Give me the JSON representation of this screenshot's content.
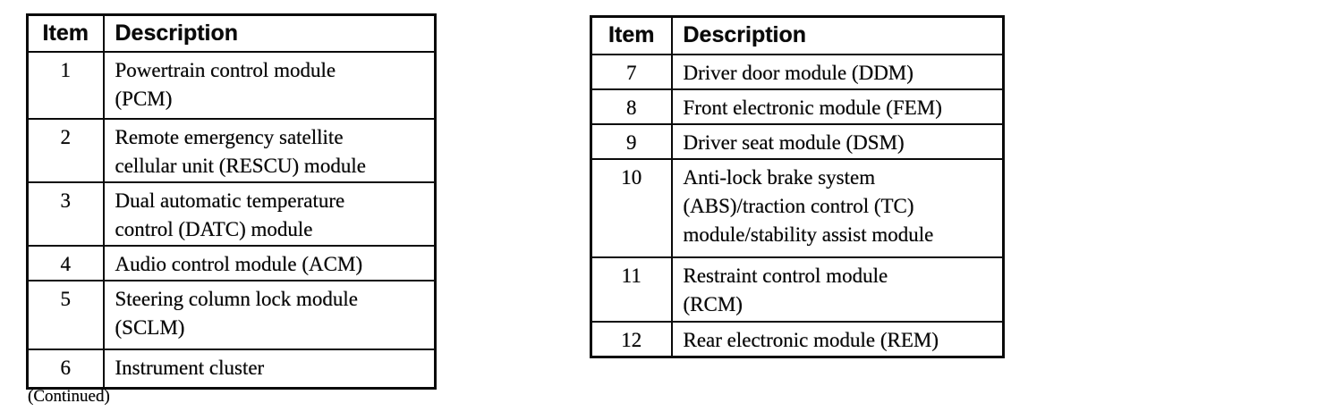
{
  "page": {
    "continued_note": "(Continued)"
  },
  "left_table": {
    "header": {
      "item": "Item",
      "description": "Description"
    },
    "rows": [
      {
        "item": "1",
        "description": "Powertrain control module\n(PCM)"
      },
      {
        "item": "2",
        "description": "Remote emergency satellite\ncellular unit (RESCU) module"
      },
      {
        "item": "3",
        "description": "Dual automatic temperature\ncontrol (DATC) module"
      },
      {
        "item": "4",
        "description": "Audio control module (ACM)"
      },
      {
        "item": "5",
        "description": "Steering column lock module\n(SCLM)"
      },
      {
        "item": "6",
        "description": "Instrument cluster"
      }
    ]
  },
  "right_table": {
    "header": {
      "item": "Item",
      "description": "Description"
    },
    "rows": [
      {
        "item": "7",
        "description": "Driver door module (DDM)"
      },
      {
        "item": "8",
        "description": "Front electronic module (FEM)"
      },
      {
        "item": "9",
        "description": "Driver seat module (DSM)"
      },
      {
        "item": "10",
        "description": "Anti-lock brake system\n(ABS)/traction control (TC)\nmodule/stability assist module"
      },
      {
        "item": "11",
        "description": "Restraint control module\n(RCM)"
      },
      {
        "item": "12",
        "description": "Rear electronic module (REM)"
      }
    ]
  }
}
